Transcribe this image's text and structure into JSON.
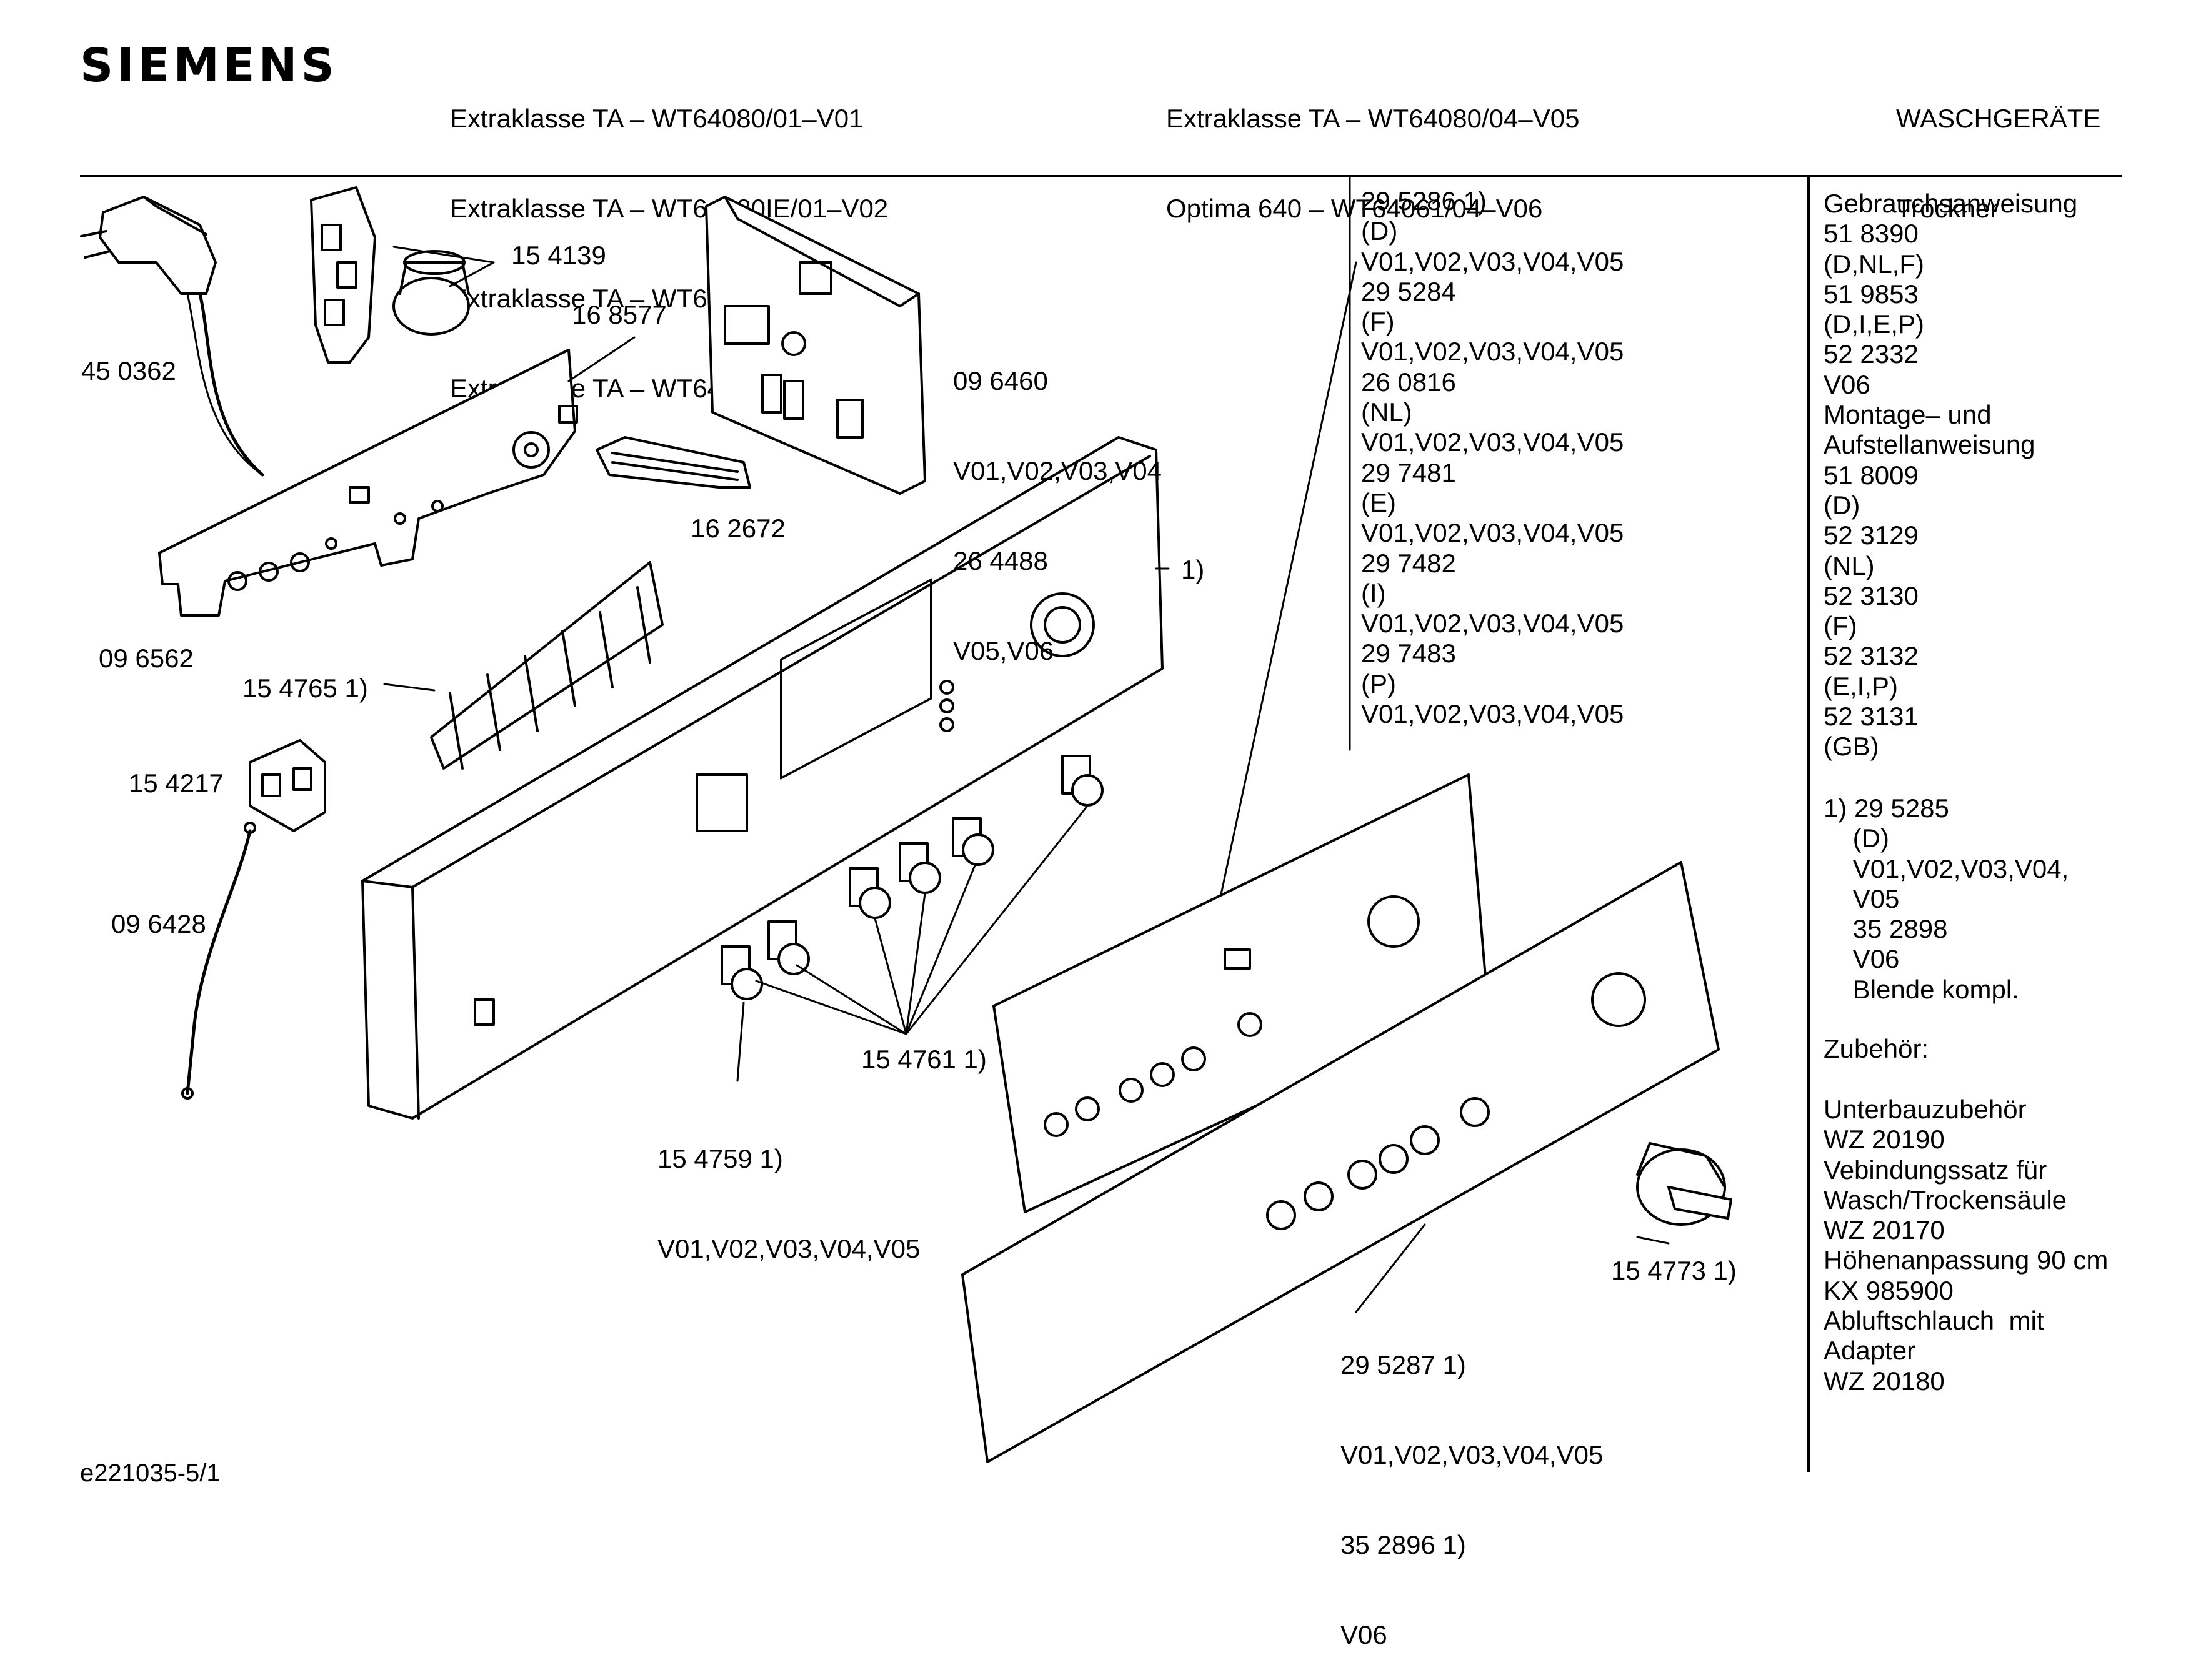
{
  "header": {
    "brand": "SIEMENS",
    "models_col1": [
      "Extraklasse TA – WT64080/01–V01",
      "Extraklasse TA – WT64080IE/01–V02",
      "Extraklasse TA – WT64080/02–V03",
      "Extraklasse TA – WT64080IE/02–V04"
    ],
    "models_col2": [
      "Extraklasse TA – WT64080/04–V05",
      "Optima 640 – WT64061/04–V06"
    ],
    "category": [
      "WASCHGERÄTE",
      "Trockner"
    ]
  },
  "part_labels": {
    "p450362": "45 0362",
    "p154139": "15 4139",
    "p168577": "16 8577",
    "p096460": [
      "09 6460",
      "V01,V02,V03,V04",
      "26 4488",
      "V05,V06"
    ],
    "p162672": "16 2672",
    "p096562": "09 6562",
    "p154765": "15 4765 1)",
    "p154217": "15 4217",
    "p096428": "09 6428",
    "p154759": [
      "15 4759 1)",
      "V01,V02,V03,V04,V05"
    ],
    "p154761": "15 4761 1)",
    "fn1": "1)",
    "p295287": [
      "29 5287 1)",
      "V01,V02,V03,V04,V05",
      "35 2896 1)",
      "V06"
    ],
    "p154773": "15 4773 1)"
  },
  "variant_list": [
    "29 5286 1)",
    "(D)",
    "V01,V02,V03,V04,V05",
    "29 5284",
    "(F)",
    "V01,V02,V03,V04,V05",
    "26 0816",
    "(NL)",
    "V01,V02,V03,V04,V05",
    "29 7481",
    "(E)",
    "V01,V02,V03,V04,V05",
    "29 7482",
    "(I)",
    "V01,V02,V03,V04,V05",
    "29 7483",
    "(P)",
    "V01,V02,V03,V04,V05"
  ],
  "sidebar": {
    "docs": [
      "Gebrauchsanweisung",
      "51 8390",
      "(D,NL,F)",
      "51 9853",
      "(D,I,E,P)",
      "52 2332",
      "V06",
      "Montage– und",
      "Aufstellanweisung",
      "51 8009",
      "(D)",
      "52 3129",
      "(NL)",
      "52 3130",
      "(F)",
      "52 3132",
      "(E,I,P)",
      "52 3131",
      "(GB)"
    ],
    "footnote": [
      "1) 29 5285",
      "    (D)",
      "    V01,V02,V03,V04,",
      "    V05",
      "    35 2898",
      "    V06",
      "    Blende kompl."
    ],
    "accessories_title": "Zubehör:",
    "accessories": [
      "Unterbauzubehör",
      "WZ 20190",
      "Vebindungssatz für",
      "Wasch/Trockensäule",
      "WZ 20170",
      "Höhenanpassung 90 cm",
      "KX 985900",
      "Abluftschlauch  mit",
      "Adapter",
      "WZ 20180"
    ]
  },
  "footer": {
    "drawing_id": "e221035-5/1"
  }
}
